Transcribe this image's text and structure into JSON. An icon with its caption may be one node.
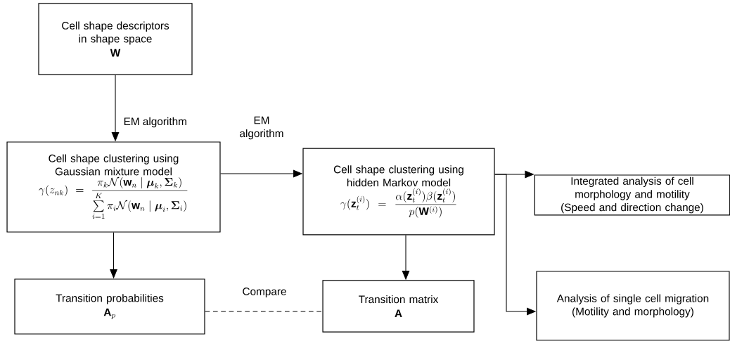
{
  "diagram": {
    "nodes": [
      {
        "text": [
          "Cell shape descriptors in shape space",
          "\\mathbf{W}"
        ]
      },
      {
        "text": [
          "Cell shape clustering using Gaussian mixture model",
          "\\gamma(z_{nk}) = \\frac{\\pi_k \\mathcal{N}(\\mathbf{w}_n \\mid \\boldsymbol{\\mu}_k, \\boldsymbol{\\Sigma}_k)}{\\sum\\limits_{i=1}^{K} \\pi_i \\mathcal{N}(\\mathbf{w}_n \\mid \\boldsymbol{\\mu}_i, \\boldsymbol{\\Sigma}_i)}"
        ]
      },
      {
        "text": [
          "Cell shape clustering using hidden Markov model",
          "\\gamma(\\mathbf{z}_t^{(i)}) = \\frac{\\alpha(\\mathbf{z}_t^{(i)})\\beta(\\mathbf{z}_t^{(i)})}{p(\\mathbf{W}^{(i)})}"
        ]
      },
      {
        "text": [
          "Integrated analysis of cell morphology and motility (Speed and direction change)"
        ]
      },
      {
        "text": [
          "Transition probabilities",
          "\\mathbf{A}_p"
        ]
      },
      {
        "text": [
          "Transition matrix",
          "\\mathbf{A}"
        ]
      },
      {
        "text": [
          "Analysis of single cell migration (Motility and morphology)"
        ]
      }
    ],
    "edges": [
      {
        "from": 0,
        "to": 1,
        "arrow": "to",
        "label": "EM algorithm"
      },
      {
        "from": 1,
        "to": 2,
        "arrow": "to",
        "label": "EM algorithm"
      },
      {
        "from": 2,
        "to": 3,
        "arrow": "to"
      },
      {
        "from": 2,
        "to": 6,
        "arrow": "to"
      },
      {
        "from": 1,
        "to": 4,
        "arrow": "to"
      },
      {
        "from": 2,
        "to": 5,
        "arrow": "to"
      },
      {
        "from": 4,
        "to": 5,
        "arrow": "none",
        "style": "dashed",
        "label": "Compare"
      }
    ]
  }
}
